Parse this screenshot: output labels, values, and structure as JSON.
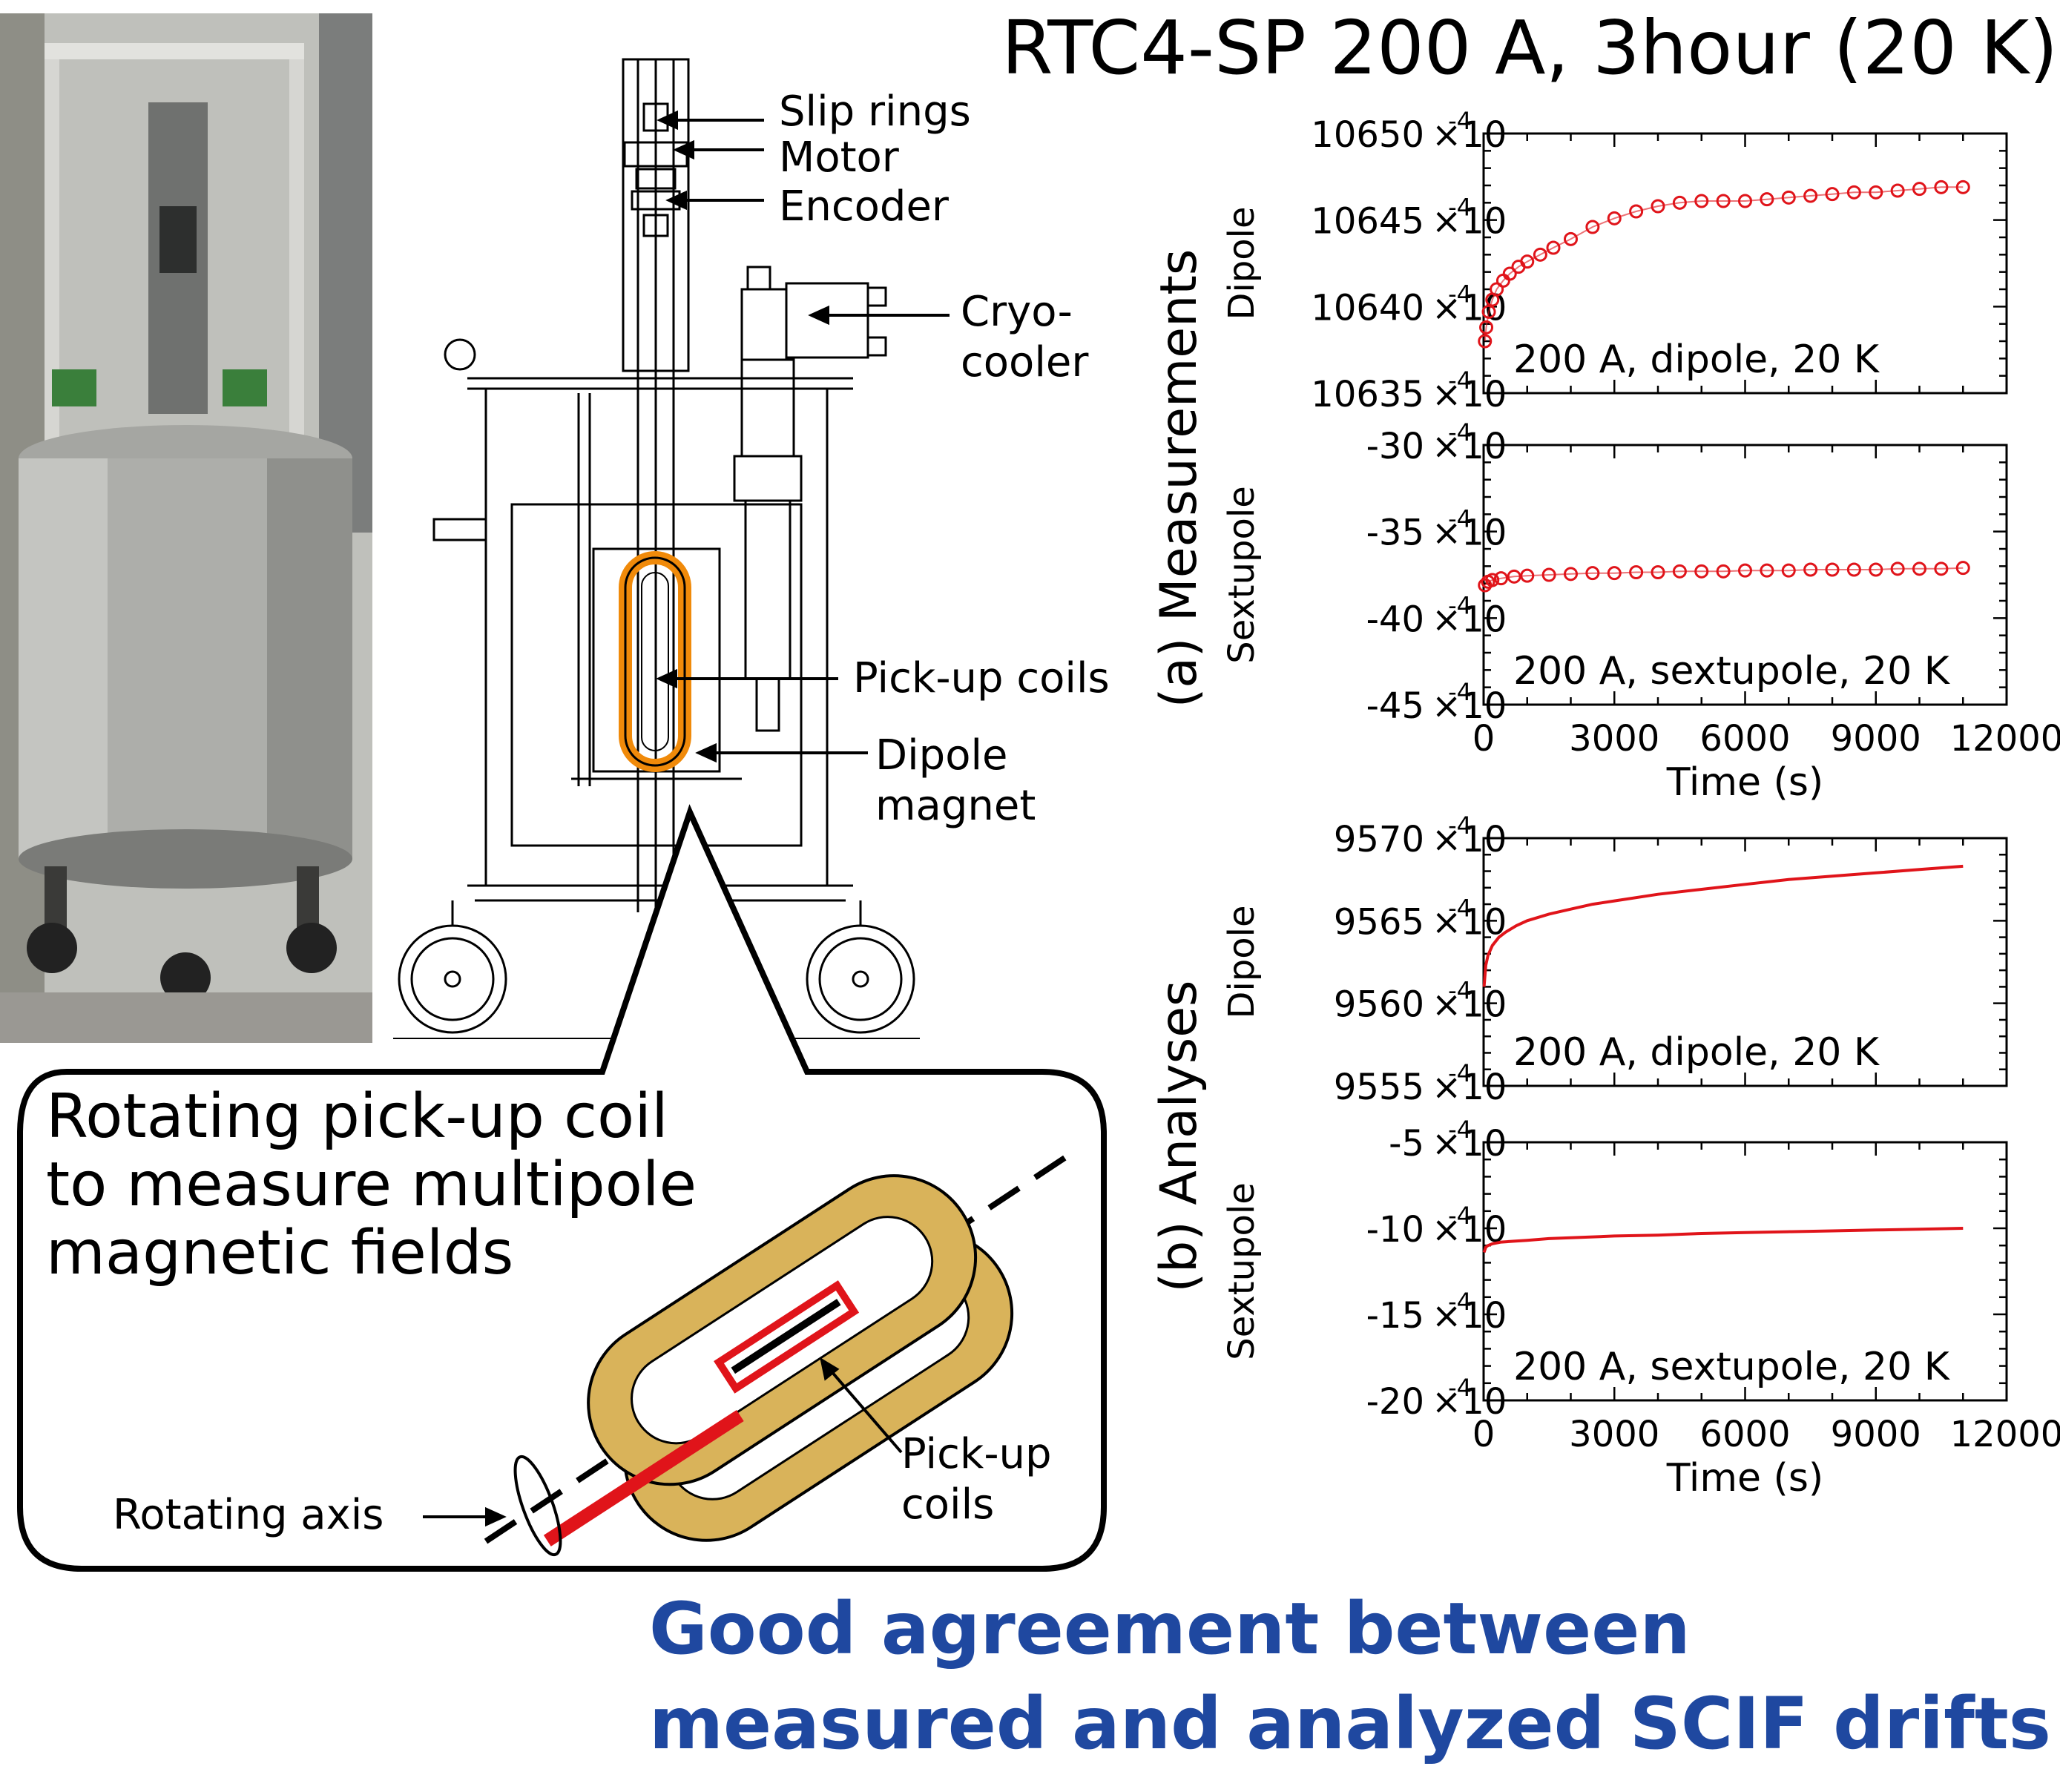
{
  "title": "RTC4-SP 200 A, 3hour (20 K)",
  "apparatus_labels": {
    "slip_rings": "Slip rings",
    "motor": "Motor",
    "encoder": "Encoder",
    "cryo_line1": "Cryo-",
    "cryo_line2": "cooler",
    "pickup_coils": "Pick-up coils",
    "dipole_line1": "Dipole",
    "dipole_line2": "magnet"
  },
  "callout": {
    "line1": "Rotating pick-up coil",
    "line2": "to measure multipole",
    "line3": "magnetic fields",
    "pickup_line1": "Pick-up",
    "pickup_line2": "coils",
    "rotating_axis": "Rotating axis"
  },
  "group_labels": {
    "measurements": "(a) Measurements",
    "analyses": "(b) Analyses"
  },
  "conclusion": {
    "line1": "Good agreement between",
    "line2": "measured and analyzed SCIF drifts"
  },
  "colors": {
    "series": "#e0141a",
    "conclusion": "#1f48a0",
    "coil": "#d9b35a",
    "coil_outline": "#f08a0a"
  },
  "chart_data": [
    {
      "type": "scatter",
      "panel": "measured-dipole",
      "ylabel": "Dipole",
      "annotation": "200 A, dipole, 20 K",
      "xlim": [
        0,
        12000
      ],
      "ylim": [
        10635,
        10650
      ],
      "yticks": [
        10635,
        10640,
        10645,
        10650
      ],
      "y_exponent": "-4",
      "x_ticklabels_shown": false,
      "xlabel": "",
      "marker": "open-circle",
      "x": [
        30,
        60,
        120,
        200,
        300,
        450,
        600,
        800,
        1000,
        1300,
        1600,
        2000,
        2500,
        3000,
        3500,
        4000,
        4500,
        5000,
        5500,
        6000,
        6500,
        7000,
        7500,
        8000,
        8500,
        9000,
        9500,
        10000,
        10500,
        11000
      ],
      "values": [
        10638.0,
        10638.8,
        10639.7,
        10640.4,
        10641.0,
        10641.5,
        10641.9,
        10642.3,
        10642.6,
        10643.0,
        10643.4,
        10643.9,
        10644.6,
        10645.1,
        10645.5,
        10645.8,
        10646.0,
        10646.1,
        10646.1,
        10646.1,
        10646.2,
        10646.3,
        10646.4,
        10646.5,
        10646.6,
        10646.6,
        10646.7,
        10646.8,
        10646.9,
        10646.9
      ]
    },
    {
      "type": "scatter",
      "panel": "measured-sextupole",
      "ylabel": "Sextupole",
      "annotation": "200 A, sextupole, 20 K",
      "xlim": [
        0,
        12000
      ],
      "ylim": [
        -45,
        -30
      ],
      "yticks": [
        -45,
        -40,
        -35,
        -30
      ],
      "y_exponent": "-4",
      "x_ticklabels_shown": true,
      "xticks": [
        0,
        3000,
        6000,
        9000,
        12000
      ],
      "xlabel": "Time (s)",
      "marker": "open-circle",
      "x": [
        30,
        100,
        200,
        400,
        700,
        1000,
        1500,
        2000,
        2500,
        3000,
        3500,
        4000,
        4500,
        5000,
        5500,
        6000,
        6500,
        7000,
        7500,
        8000,
        8500,
        9000,
        9500,
        10000,
        10500,
        11000
      ],
      "values": [
        -38.1,
        -37.9,
        -37.8,
        -37.7,
        -37.6,
        -37.55,
        -37.5,
        -37.45,
        -37.4,
        -37.4,
        -37.35,
        -37.35,
        -37.3,
        -37.3,
        -37.3,
        -37.25,
        -37.25,
        -37.25,
        -37.2,
        -37.2,
        -37.2,
        -37.2,
        -37.15,
        -37.15,
        -37.15,
        -37.1
      ]
    },
    {
      "type": "line",
      "panel": "analyzed-dipole",
      "ylabel": "Dipole",
      "annotation": "200 A, dipole, 20 K",
      "xlim": [
        0,
        12000
      ],
      "ylim": [
        9555,
        9570
      ],
      "yticks": [
        9555,
        9560,
        9565,
        9570
      ],
      "y_exponent": "-4",
      "x_ticklabels_shown": false,
      "xlabel": "",
      "x": [
        10,
        50,
        100,
        200,
        350,
        500,
        750,
        1000,
        1500,
        2000,
        2500,
        3000,
        4000,
        5000,
        6000,
        7000,
        8000,
        9000,
        10000,
        11000
      ],
      "values": [
        9561.0,
        9562.3,
        9562.9,
        9563.5,
        9564.0,
        9564.3,
        9564.7,
        9565.0,
        9565.4,
        9565.7,
        9566.0,
        9566.2,
        9566.6,
        9566.9,
        9567.2,
        9567.5,
        9567.7,
        9567.9,
        9568.1,
        9568.3
      ]
    },
    {
      "type": "line",
      "panel": "analyzed-sextupole",
      "ylabel": "Sextupole",
      "annotation": "200 A, sextupole, 20 K",
      "xlim": [
        0,
        12000
      ],
      "ylim": [
        -20,
        -5
      ],
      "yticks": [
        -20,
        -15,
        -10,
        -5
      ],
      "y_exponent": "-4",
      "x_ticklabels_shown": true,
      "xticks": [
        0,
        3000,
        6000,
        9000,
        12000
      ],
      "xlabel": "Time (s)",
      "x": [
        10,
        50,
        100,
        200,
        400,
        700,
        1000,
        1500,
        2000,
        3000,
        4000,
        5000,
        6000,
        7000,
        8000,
        9000,
        10000,
        11000
      ],
      "values": [
        -11.4,
        -11.1,
        -11.0,
        -10.9,
        -10.8,
        -10.75,
        -10.7,
        -10.6,
        -10.55,
        -10.45,
        -10.4,
        -10.3,
        -10.25,
        -10.2,
        -10.15,
        -10.1,
        -10.05,
        -10.0
      ]
    }
  ]
}
